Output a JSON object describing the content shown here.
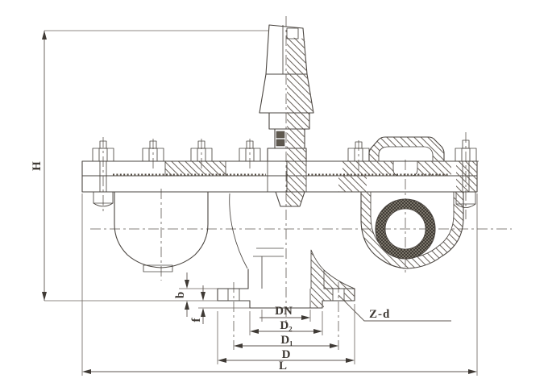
{
  "drawing": {
    "kind": "engineering cross-section drawing",
    "subject": "double-orifice air release valve, half-sectioned, with flange dimensioning"
  },
  "labels": {
    "H": "H",
    "b": "b",
    "f": "f",
    "DN": "DN",
    "D2": "D₂",
    "D1": "D₁",
    "D": "D",
    "L": "L",
    "Zd": "Z-d"
  },
  "colors": {
    "line": "#4a4540",
    "dimension": "#5d5650",
    "text": "#3f3a35",
    "background": "#ffffff"
  }
}
